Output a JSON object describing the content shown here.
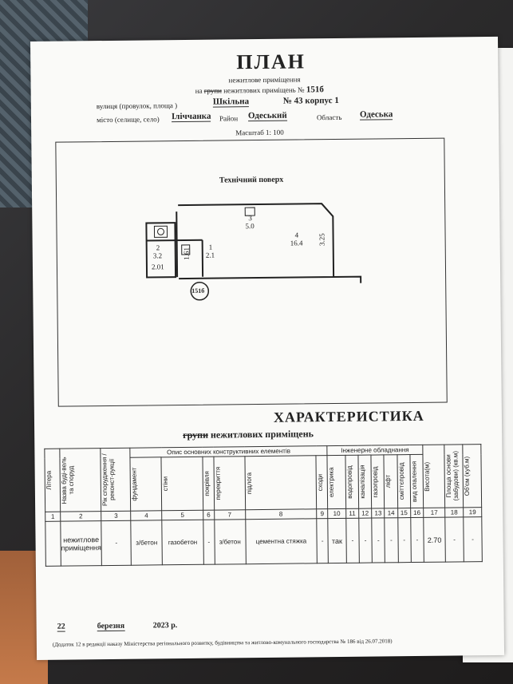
{
  "header": {
    "title": "ПЛАН",
    "subtitle": "нежитлове приміщення",
    "group_prefix": "на",
    "group_struck": "групи",
    "group_text": "нежитлових приміщень",
    "number_label": "№",
    "number": "151б",
    "street_label": "вулиця  (провулок, площа )",
    "street": "Шкільна",
    "house": "№ 43 корпус 1",
    "city_label": "місто  (селище, село)",
    "city": "Іліччанка",
    "district_label": "Район",
    "district": "Одеський",
    "region_label": "Область",
    "region": "Одеська",
    "scale": "Масштаб 1: 100"
  },
  "plan": {
    "floor_title": "Технічний   поверх",
    "rooms": [
      {
        "num": "3",
        "area": "5.0"
      },
      {
        "num": "4",
        "area": "16.4"
      },
      {
        "num": "2",
        "area": "3.2"
      },
      {
        "num": "1",
        "area": "2.1"
      }
    ],
    "dims": [
      "3.25",
      "1.61",
      "2.01"
    ],
    "badge": "151б"
  },
  "characteristic": {
    "title": "ХАРАКТЕРИСТИКА",
    "sub_struck": "групи",
    "sub_text": "нежитлових приміщень",
    "group_headers": {
      "construct": "Опис основних конструктивних елементів",
      "engineering": "Інженерне обладнання"
    },
    "columns": [
      "Літера",
      "Назва буді-вель та споруд",
      "Рік спорудження / реконст-рукції",
      "фундамент",
      "стіни",
      "покрівля",
      "перекриття",
      "підлога",
      "сходи",
      "електрика",
      "водопровід",
      "каналізація",
      "газопровід",
      "ліфт",
      "сміттєпровід",
      "вид опалення",
      "Висота(м)",
      "Площа основи (забудови) (кв.м)",
      "Об'єм (куб.м)"
    ],
    "numbers": [
      "1",
      "2",
      "3",
      "4",
      "5",
      "6",
      "7",
      "8",
      "9",
      "10",
      "11",
      "12",
      "13",
      "14",
      "15",
      "16",
      "17",
      "18",
      "19"
    ],
    "row": [
      "",
      "нежитлове приміщення",
      "-",
      "з/бетон",
      "газобетон",
      "-",
      "з/бетон",
      "цементна стяжка",
      "-",
      "так",
      "-",
      "-",
      "-",
      "-",
      "-",
      "-",
      "2.70",
      "-",
      "-"
    ]
  },
  "footer": {
    "day": "22",
    "month": "березня",
    "year": "2023 р.",
    "note": "(Додаток 12 в редакції наказу Міністерства регіонального розвитку, будівництва та житлово-комунального господарства № 186 від 26.07.2018)"
  }
}
